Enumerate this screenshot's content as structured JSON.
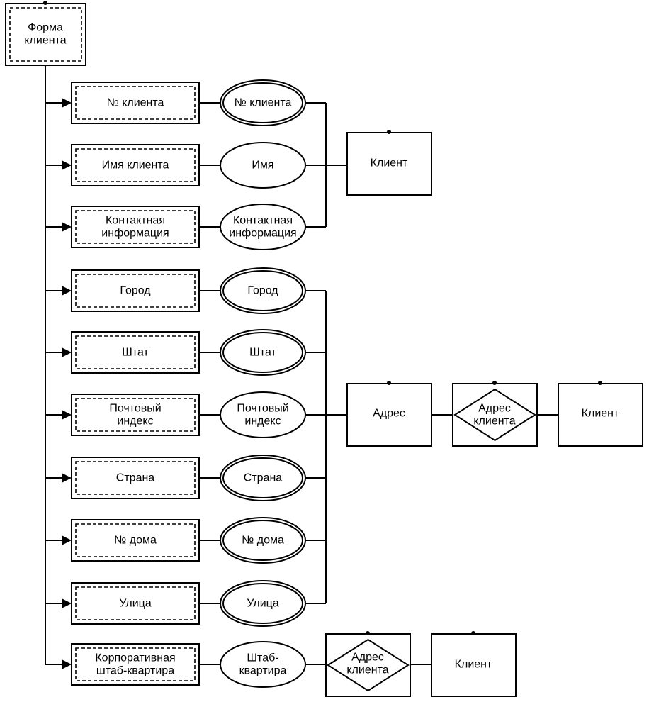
{
  "form": {
    "label": [
      "Форма",
      "клиента"
    ]
  },
  "rows": [
    {
      "field": [
        "№ клиента"
      ],
      "attr": [
        "№ клиента"
      ],
      "double": true
    },
    {
      "field": [
        "Имя клиента"
      ],
      "attr": [
        "Имя"
      ],
      "double": false
    },
    {
      "field": [
        "Контактная",
        "информация"
      ],
      "attr": [
        "Контактная",
        "информация"
      ],
      "double": false
    },
    {
      "field": [
        "Город"
      ],
      "attr": [
        "Город"
      ],
      "double": true
    },
    {
      "field": [
        "Штат"
      ],
      "attr": [
        "Штат"
      ],
      "double": true
    },
    {
      "field": [
        "Почтовый",
        "индекс"
      ],
      "attr": [
        "Почтовый",
        "индекс"
      ],
      "double": false
    },
    {
      "field": [
        "Страна"
      ],
      "attr": [
        "Страна"
      ],
      "double": true
    },
    {
      "field": [
        "№ дома"
      ],
      "attr": [
        "№ дома"
      ],
      "double": true
    },
    {
      "field": [
        "Улица"
      ],
      "attr": [
        "Улица"
      ],
      "double": true
    },
    {
      "field": [
        "Корпоративная",
        "штаб-квартира"
      ],
      "attr": [
        "Штаб-",
        "квартира"
      ],
      "double": false
    }
  ],
  "entities": {
    "client_top": "Клиент",
    "address": "Адрес",
    "address_rel": [
      "Адрес",
      "клиента"
    ],
    "client_mid": "Клиент",
    "hq_rel": [
      "Адрес",
      "клиента"
    ],
    "client_bottom": "Клиент"
  }
}
